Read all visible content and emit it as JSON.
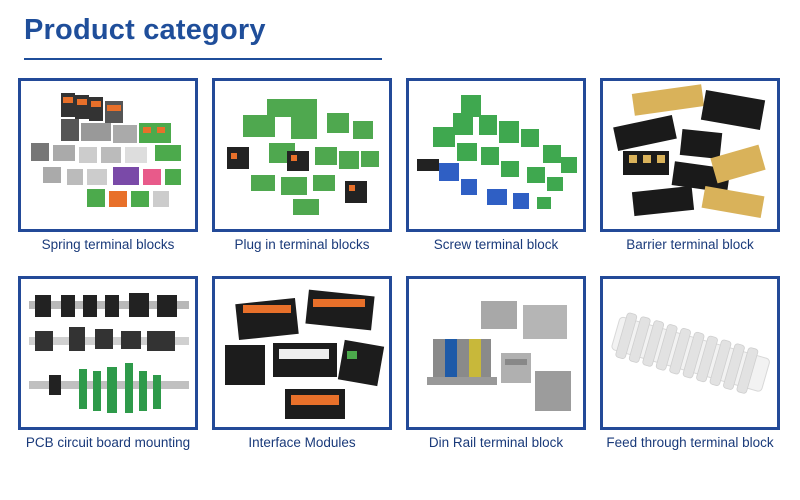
{
  "page": {
    "title": "Product category"
  },
  "categories": [
    {
      "label": "Spring terminal blocks",
      "icon": "spring-terminal-icon"
    },
    {
      "label": "Plug in terminal blocks",
      "icon": "plug-terminal-icon"
    },
    {
      "label": "Screw terminal block",
      "icon": "screw-terminal-icon"
    },
    {
      "label": "Barrier terminal block",
      "icon": "barrier-terminal-icon"
    },
    {
      "label": "PCB circuit board mounting",
      "icon": "pcb-mount-icon"
    },
    {
      "label": "Interface Modules",
      "icon": "interface-module-icon"
    },
    {
      "label": "Din Rail terminal block",
      "icon": "din-rail-terminal-icon"
    },
    {
      "label": "Feed through terminal block",
      "icon": "feed-through-terminal-icon"
    }
  ],
  "colors": {
    "accent": "#1f4e9a",
    "frame": "#234a98",
    "caption": "#1a3a7a"
  }
}
